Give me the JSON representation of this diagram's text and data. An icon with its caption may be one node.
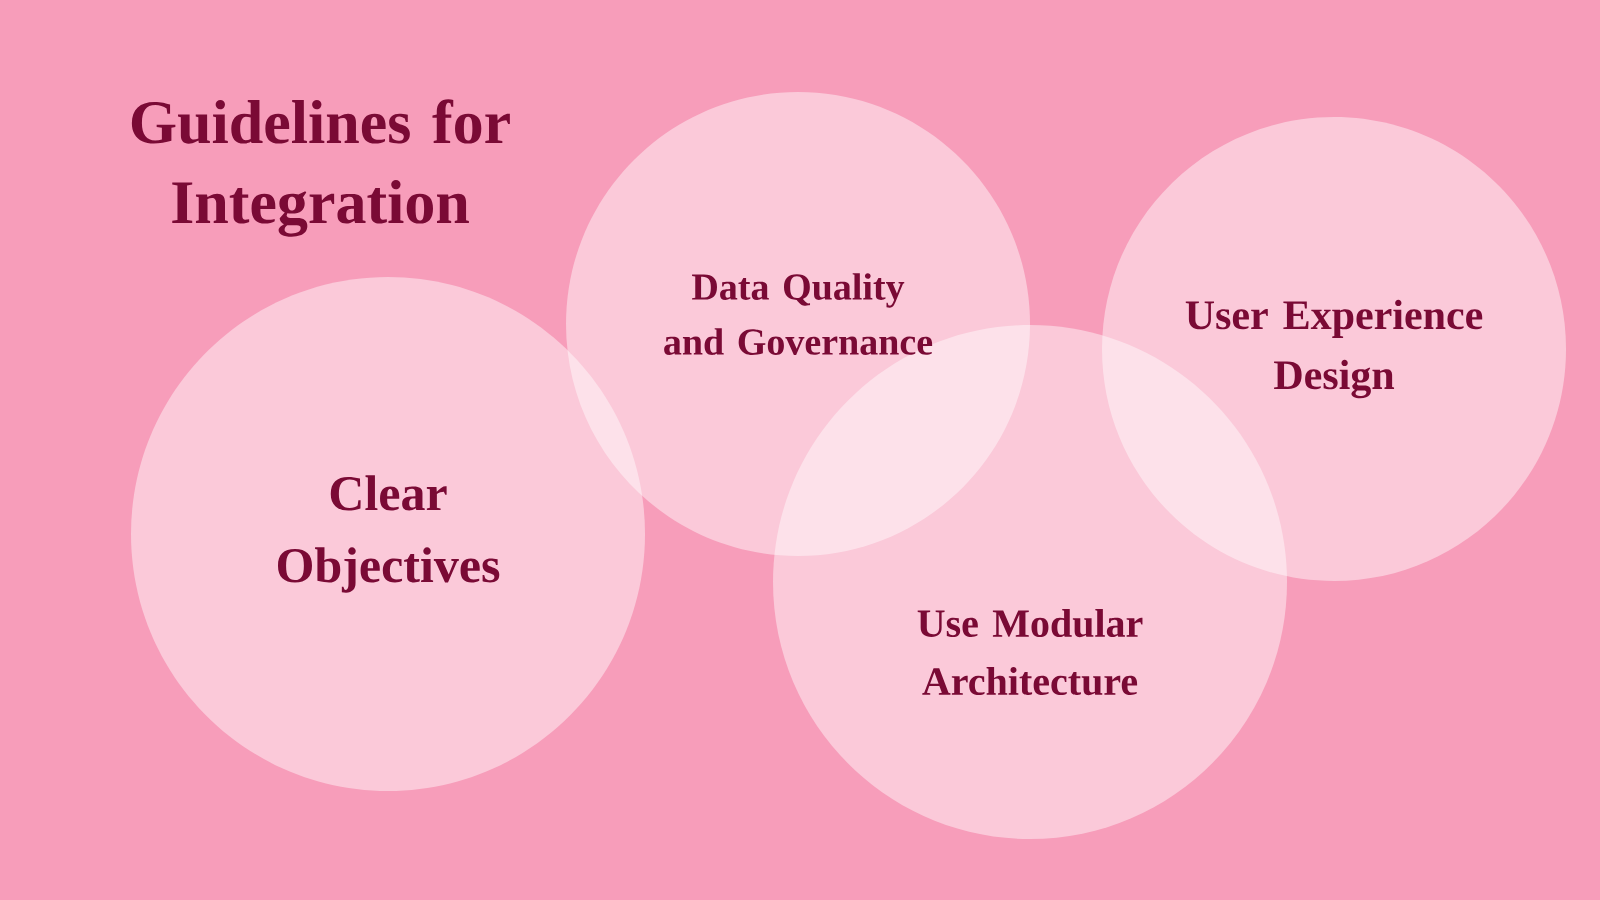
{
  "diagram": {
    "title": "Guidelines for Integration",
    "nodes": [
      {
        "text": [
          "Clear Objectives"
        ]
      },
      {
        "text": [
          "Data Quality and Governance"
        ]
      },
      {
        "text": [
          "Use Modular Architecture"
        ]
      },
      {
        "text": [
          "User Experience Design"
        ]
      }
    ],
    "edges": []
  }
}
